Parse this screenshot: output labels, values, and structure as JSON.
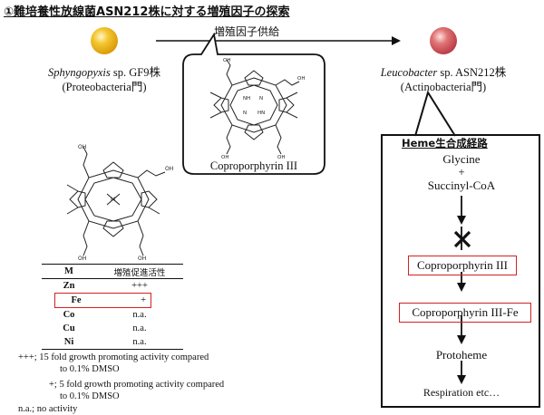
{
  "title": "①難培養性放線菌ASN212株に対する増殖因子の探索",
  "left_organism": {
    "genus": "Sphyngopyxis",
    "strain": " sp. GF9株",
    "phylum": "(Proteobacteria門)"
  },
  "right_organism": {
    "genus": "Leucobacter",
    "strain": " sp. ASN212株",
    "phylum": "(Actinobacteria門)"
  },
  "supply_label": "増殖因子供給",
  "bubble": {
    "compound": "Coproporphyrin III"
  },
  "molecule_labels": {
    "nh": "NH",
    "n": "N",
    "hn": "HN",
    "m": "M",
    "oh": "OH",
    "o": "O"
  },
  "heme_pathway": {
    "title": "Heme生合成経路",
    "glycine": "Glycine",
    "plus": "+",
    "succinyl": "Succinyl-CoA",
    "step1": "Coproporphyrin III",
    "step2": "Coproporphyrin III-Fe",
    "step3": "Protoheme",
    "step4": "Respiration etc…"
  },
  "metal_table": {
    "headers": [
      "M",
      "増殖促進活性"
    ],
    "rows": [
      {
        "metal": "Zn",
        "activity": "+++"
      },
      {
        "metal": "Fe",
        "activity": "+"
      },
      {
        "metal": "Co",
        "activity": "n.a."
      },
      {
        "metal": "Cu",
        "activity": "n.a."
      },
      {
        "metal": "Ni",
        "activity": "n.a."
      }
    ]
  },
  "notes": {
    "line1": "+++; 15 fold growth promoting activity compared",
    "line2": "to 0.1% DMSO",
    "line3": "+; 5 fold growth promoting activity compared",
    "line4": "to 0.1% DMSO",
    "line5": "n.a.;  no activity"
  },
  "colors": {
    "highlight": "#d22222",
    "yellow_ball": "#f4c630",
    "red_ball": "#b83a46"
  }
}
